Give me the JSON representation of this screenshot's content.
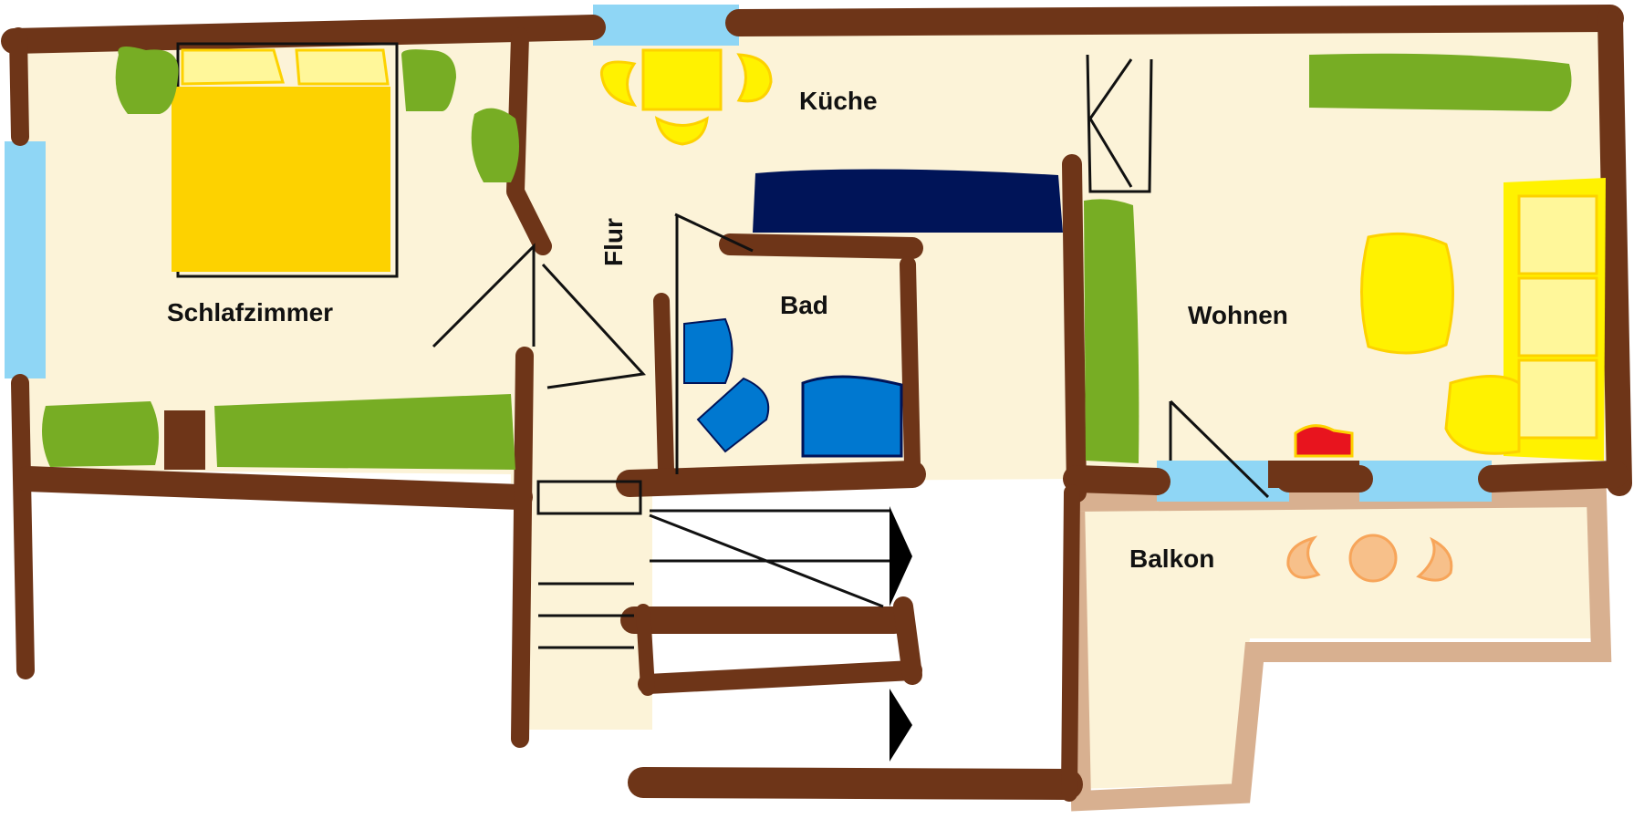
{
  "rooms": {
    "schlafzimmer": "Schlafzimmer",
    "kueche": "Küche",
    "flur": "Flur",
    "bad": "Bad",
    "wohnen": "Wohnen",
    "balkon": "Balkon"
  },
  "colors": {
    "floor": "#fcf3d8",
    "wall": "#6e3518",
    "window": "#8fd6f5",
    "plant": "#77ad24",
    "bed": "#fdd200",
    "furniture_yellow": "#fff200",
    "bath_fixture": "#0078d0",
    "kitchen_counter": "#001458",
    "balcony_tile": "#d8b090",
    "balcony_chair": "#f7a55a",
    "heater": "#e8141e"
  }
}
